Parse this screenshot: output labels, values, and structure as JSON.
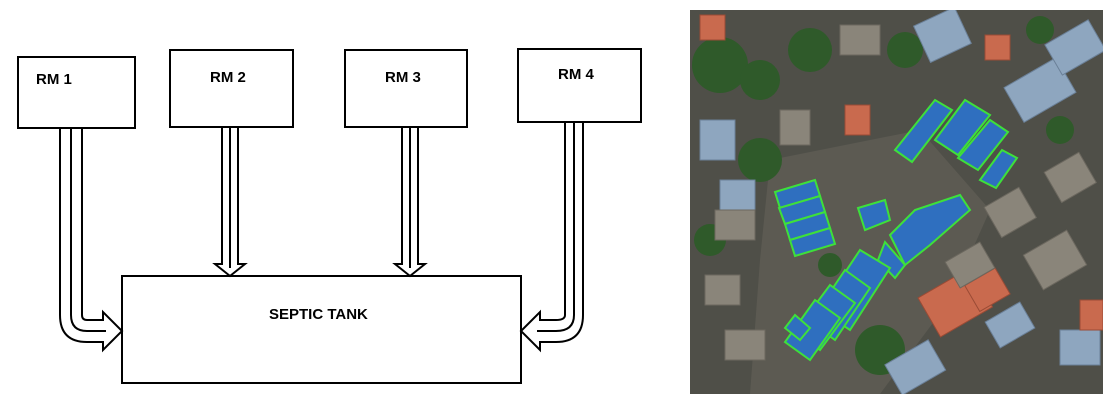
{
  "diagram": {
    "rooms": [
      {
        "label": "RM 1"
      },
      {
        "label": "RM 2"
      },
      {
        "label": "RM 3"
      },
      {
        "label": "RM 4"
      }
    ],
    "tank": {
      "label": "SEPTIC TANK"
    }
  },
  "aerial": {
    "panel_fill": "#2f6fbf",
    "panel_outline": "#3ee03a",
    "ground": "#4a4a44"
  }
}
